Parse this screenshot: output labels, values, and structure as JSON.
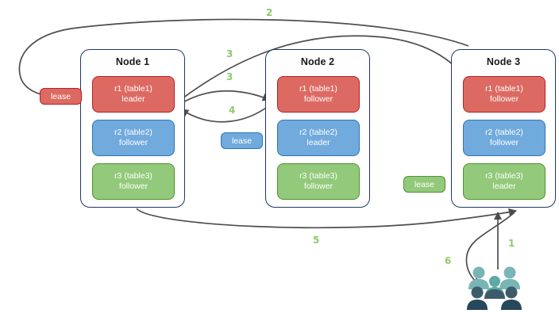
{
  "diagram": {
    "title": "Distributed lease / replica routing diagram",
    "colors": {
      "red": "#dd6a62",
      "red_border": "#b52025",
      "blue": "#71aadd",
      "blue_border": "#2e75b6",
      "green": "#92c97a",
      "green_border": "#4d9331",
      "node_border": "#1f3864",
      "arrow": "#4d4d4d",
      "step_label": "#8dc96a",
      "people_light": "#79b5b5",
      "people_dark": "#3d5c6b"
    }
  },
  "nodes": [
    {
      "id": "node1",
      "title": "Node 1",
      "replicas": [
        {
          "name": "r1 (table1)",
          "role": "leader",
          "color": "red"
        },
        {
          "name": "r2 (table2)",
          "role": "follower",
          "color": "blue"
        },
        {
          "name": "r3 (table3)",
          "role": "follower",
          "color": "green"
        }
      ]
    },
    {
      "id": "node2",
      "title": "Node 2",
      "replicas": [
        {
          "name": "r1 (table1)",
          "role": "follower",
          "color": "red"
        },
        {
          "name": "r2 (table2)",
          "role": "leader",
          "color": "blue"
        },
        {
          "name": "r3 (table3)",
          "role": "follower",
          "color": "green"
        }
      ]
    },
    {
      "id": "node3",
      "title": "Node 3",
      "replicas": [
        {
          "name": "r1 (table1)",
          "role": "follower",
          "color": "red"
        },
        {
          "name": "r2 (table2)",
          "role": "follower",
          "color": "blue"
        },
        {
          "name": "r3 (table3)",
          "role": "leader",
          "color": "green"
        }
      ]
    }
  ],
  "leases": [
    {
      "id": "lease-red",
      "label": "lease",
      "color": "red"
    },
    {
      "id": "lease-blue",
      "label": "lease",
      "color": "blue"
    },
    {
      "id": "lease-green",
      "label": "lease",
      "color": "green"
    }
  ],
  "steps": [
    {
      "id": "step-1",
      "label": "1"
    },
    {
      "id": "step-2",
      "label": "2"
    },
    {
      "id": "step-3a",
      "label": "3"
    },
    {
      "id": "step-3b",
      "label": "3"
    },
    {
      "id": "step-4",
      "label": "4"
    },
    {
      "id": "step-5",
      "label": "5"
    },
    {
      "id": "step-6",
      "label": "6"
    }
  ],
  "actors": {
    "clients": "clients-group-icon"
  }
}
